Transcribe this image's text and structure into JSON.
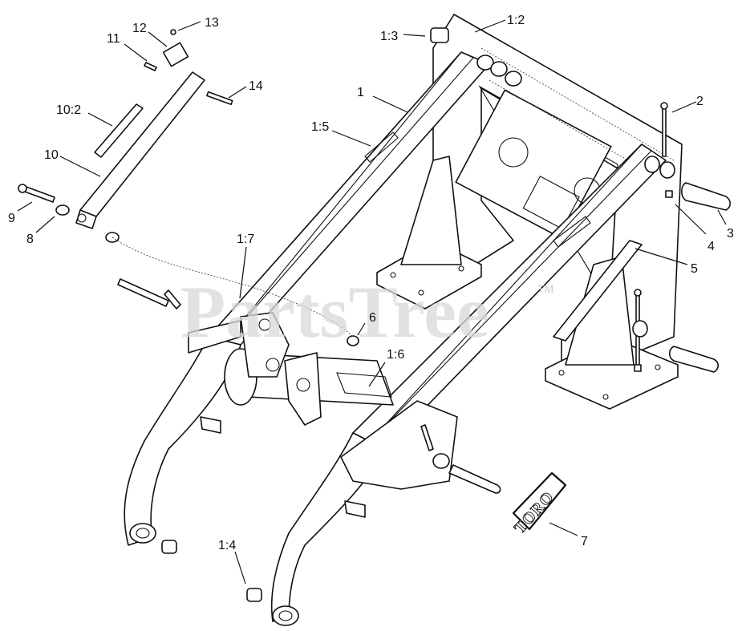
{
  "watermark": {
    "text": "PartsTree",
    "tm": "TM"
  },
  "decal": {
    "text": "TORO"
  },
  "callouts": [
    {
      "id": "c-1-3",
      "text": "1:3"
    },
    {
      "id": "c-1-2",
      "text": "1:2"
    },
    {
      "id": "c-13",
      "text": "13"
    },
    {
      "id": "c-12",
      "text": "12"
    },
    {
      "id": "c-11",
      "text": "11"
    },
    {
      "id": "c-14",
      "text": "14"
    },
    {
      "id": "c-1",
      "text": "1"
    },
    {
      "id": "c-10-2",
      "text": "10:2"
    },
    {
      "id": "c-1-5",
      "text": "1:5"
    },
    {
      "id": "c-10",
      "text": "10"
    },
    {
      "id": "c-2",
      "text": "2"
    },
    {
      "id": "c-9",
      "text": "9"
    },
    {
      "id": "c-8",
      "text": "8"
    },
    {
      "id": "c-3",
      "text": "3"
    },
    {
      "id": "c-4",
      "text": "4"
    },
    {
      "id": "c-5",
      "text": "5"
    },
    {
      "id": "c-1-7",
      "text": "1:7"
    },
    {
      "id": "c-6",
      "text": "6"
    },
    {
      "id": "c-1-6",
      "text": "1:6"
    },
    {
      "id": "c-7",
      "text": "7"
    },
    {
      "id": "c-1-4",
      "text": "1:4"
    }
  ]
}
